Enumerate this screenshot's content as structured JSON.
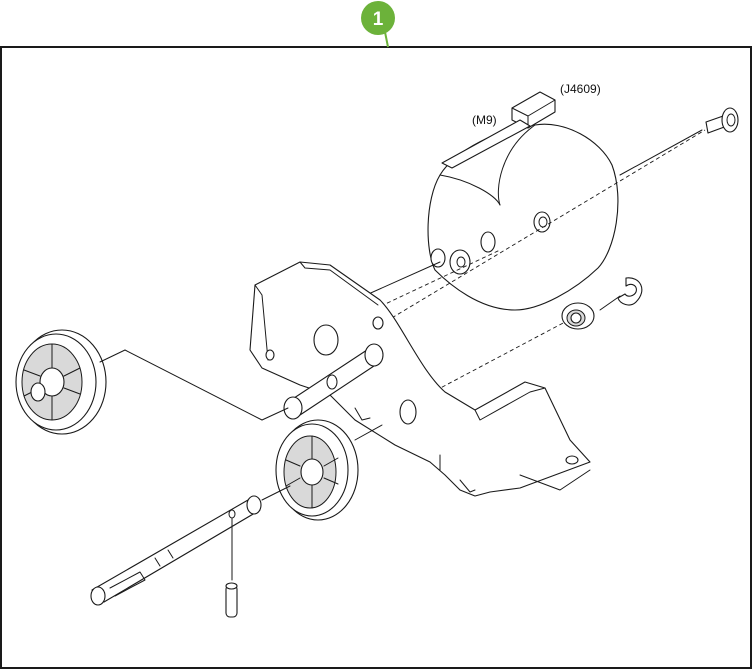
{
  "callout": {
    "number": "1",
    "color": "#6cb23a"
  },
  "labels": {
    "motor": "(M9)",
    "connector": "(J4609)"
  },
  "frame_color": "#1a1a1a"
}
